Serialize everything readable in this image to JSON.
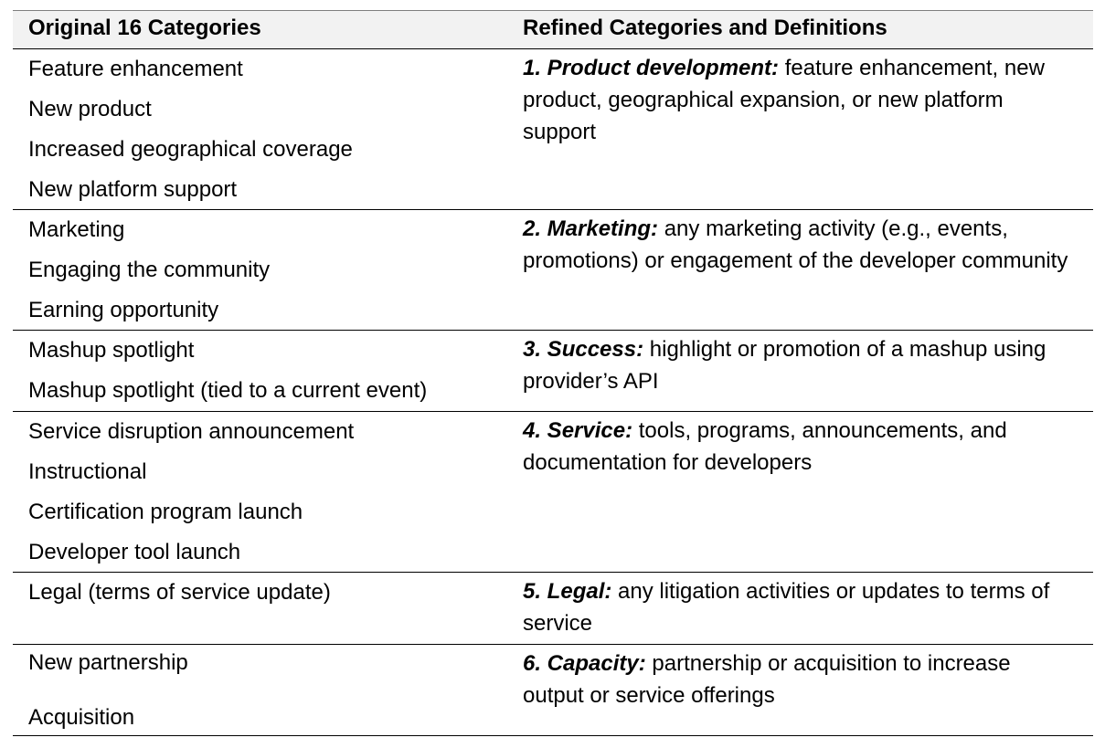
{
  "table": {
    "headers": {
      "left": "Original 16 Categories",
      "right": "Refined Categories and Definitions"
    },
    "rows": [
      {
        "original": [
          "Feature enhancement",
          "New product",
          "Increased geographical coverage",
          "New platform support"
        ],
        "refined_name": "1. Product development:",
        "refined_definition": " feature enhancement, new product, geographical expansion, or new platform support"
      },
      {
        "original": [
          "Marketing",
          "Engaging the community",
          "Earning opportunity"
        ],
        "refined_name": "2. Marketing:",
        "refined_definition": " any marketing activity (e.g., events, promotions) or engagement of the developer community"
      },
      {
        "original": [
          "Mashup spotlight",
          "Mashup spotlight (tied to a current event)"
        ],
        "refined_name": "3. Success:",
        "refined_definition": " highlight or promotion of a mashup using provider’s API"
      },
      {
        "original": [
          "Service disruption announcement",
          "Instructional",
          "Certification program launch",
          "Developer tool launch"
        ],
        "refined_name": "4. Service:",
        "refined_definition": " tools, programs, announcements, and documentation for developers"
      },
      {
        "original": [
          "Legal (terms of service update)"
        ],
        "refined_name": "5. Legal:",
        "refined_definition": " any litigation activities or updates to terms of service"
      },
      {
        "original": [
          "New partnership",
          "Acquisition"
        ],
        "refined_name": "6. Capacity:",
        "refined_definition": " partnership or acquisition to increase output or service offerings"
      }
    ]
  }
}
